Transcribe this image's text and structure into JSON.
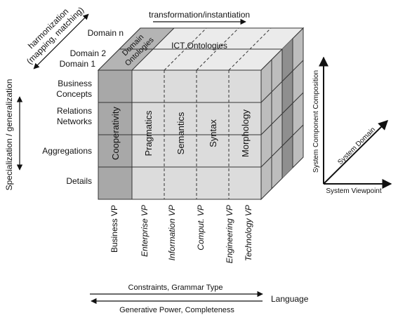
{
  "top_arrow_label": "transformation/instantiation",
  "harmonization": {
    "line1": "harmonization",
    "line2": "(mapping, matching)"
  },
  "domains": [
    "Domain n",
    "Domain 2",
    "Domain 1"
  ],
  "specialization_label": "Specialization / generalization",
  "row_labels": [
    [
      "Business",
      "Concepts"
    ],
    [
      "Relations",
      "Networks"
    ],
    [
      "Aggregations"
    ],
    [
      "Details"
    ]
  ],
  "top_face": {
    "domain_ontologies": [
      "Domain",
      "Ontologies"
    ],
    "ict_ontologies": "ICT Ontologies"
  },
  "column_labels": [
    "Cooperativity",
    "Pragmatics",
    "Semantics",
    "Syntax",
    "Morphology"
  ],
  "viewpoints": [
    {
      "text": "Business VP",
      "italic": false
    },
    {
      "text": "Enterprise VP",
      "italic": true
    },
    {
      "text": "Information VP",
      "italic": true
    },
    {
      "text": "Comput. VP",
      "italic": true
    },
    {
      "text": "Engineering VP",
      "italic": true
    },
    {
      "text": "Technology VP",
      "italic": true
    }
  ],
  "axes": {
    "vertical": "System Component Composition",
    "diagonal": "System Domain",
    "horizontal": "System Viewpoint"
  },
  "bottom": {
    "constraints": "Constraints, Grammar Type",
    "generative": "Generative Power, Completeness",
    "language": "Language"
  },
  "colors": {
    "light_face": "#dcdcdc",
    "dark_column": "#a8a8a8",
    "top_face": "#ebebeb",
    "top_dark": "#b4b4b4",
    "side_face": "#bdbdbd",
    "side_dark": "#8f8f8f",
    "line": "#333333"
  }
}
